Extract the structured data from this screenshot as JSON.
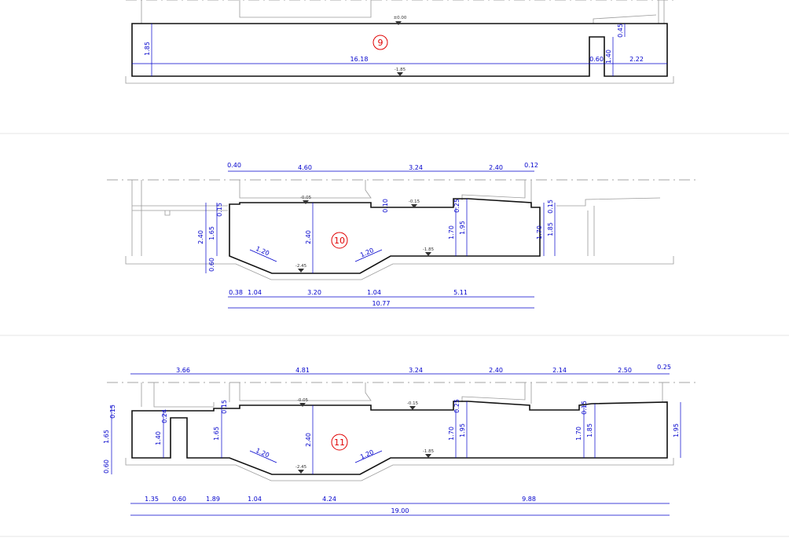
{
  "sections": [
    {
      "id": "9",
      "levels": [
        "±0.00",
        "-1.85"
      ],
      "dims": [
        "1.85",
        "16.18",
        "0.60",
        "1.40",
        "2.22",
        "0.45"
      ]
    },
    {
      "id": "10",
      "levels": [
        "-0.05",
        "-0.15",
        "-1.85",
        "-2.45"
      ],
      "dims": [
        "0.40",
        "4.60",
        "3.24",
        "2.40",
        "0.12",
        "2.40",
        "1.65",
        "0.15",
        "0.60",
        "1.20",
        "2.40",
        "1.20",
        "0.10",
        "0.25",
        "1.70",
        "1.95",
        "1.70",
        "1.85",
        "0.15",
        "0.38",
        "1.04",
        "3.20",
        "1.04",
        "5.11",
        "10.77"
      ]
    },
    {
      "id": "11",
      "levels": [
        "-0.05",
        "-0.15",
        "-1.85",
        "-2.45"
      ],
      "dims": [
        "3.66",
        "4.81",
        "3.24",
        "2.40",
        "2.14",
        "2.50",
        "0.25",
        "0.15",
        "1.65",
        "0.60",
        "0.24",
        "1.40",
        "0.15",
        "1.65",
        "1.20",
        "2.40",
        "1.20",
        "0.25",
        "1.70",
        "1.95",
        "1.70",
        "1.85",
        "0.15",
        "1.95",
        "1.35",
        "0.60",
        "1.89",
        "1.04",
        "4.24",
        "9.88",
        "19.00"
      ]
    }
  ]
}
